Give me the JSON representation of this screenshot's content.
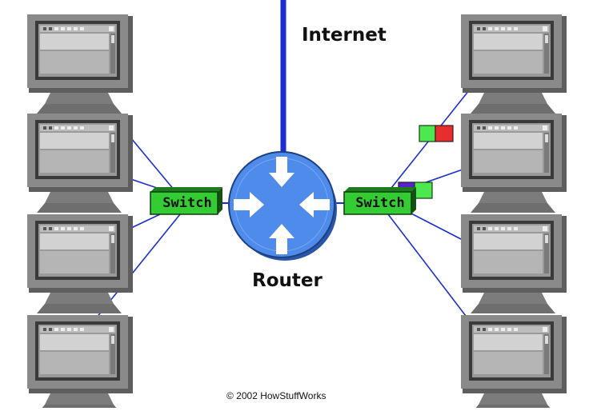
{
  "labels": {
    "internet": "Internet",
    "router": "Router",
    "copyright": "© 2002 HowStuffWorks"
  },
  "switches": {
    "left": "Switch",
    "right": "Switch"
  },
  "colors": {
    "link": "#1a2fd0",
    "router": "#4f8bea",
    "router_dark": "#3566c4",
    "switch": "#33cc33",
    "switch_dark": "#1e7a1e",
    "monitor": "#8a8a8a",
    "monitor_dark": "#3a3a3a",
    "packet_green": "#4de84d",
    "packet_red": "#e62e2e",
    "packet_purple": "#5a22c8"
  },
  "computers": {
    "left": [
      "pc-left-1",
      "pc-left-2",
      "pc-left-3",
      "pc-left-4"
    ],
    "right": [
      "pc-right-1",
      "pc-right-2",
      "pc-right-3",
      "pc-right-4"
    ]
  },
  "packets": [
    {
      "name": "packet-frame-1",
      "colors": [
        "green",
        "red"
      ]
    },
    {
      "name": "packet-frame-2",
      "colors": [
        "purple",
        "green"
      ]
    }
  ]
}
